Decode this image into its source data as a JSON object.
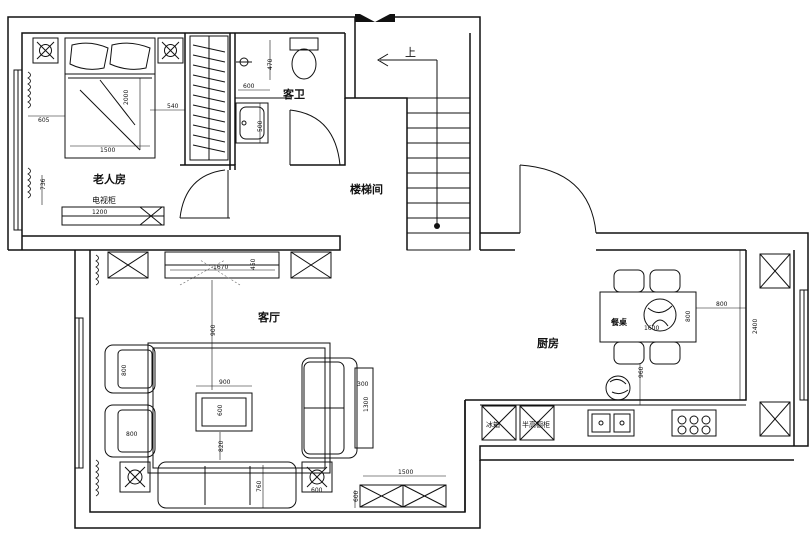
{
  "rooms": {
    "elderly_room": "老人房",
    "guest_bath": "客卫",
    "stairwell": "楼梯间",
    "living_room": "客厅",
    "kitchen": "厨房"
  },
  "labels": {
    "tv_cabinet": "电视柜",
    "dining_table": "餐桌",
    "fridge": "冰箱",
    "half_height_cabinet": "半高橱柜",
    "stair_up": "上"
  },
  "dimensions": {
    "bed_width": "1500",
    "bed_length": "2000",
    "bed_side": "540",
    "bed_left": "605",
    "tv_cab_bed": "1200",
    "bedroom_side": "736",
    "bath_600": "600",
    "bath_500": "500",
    "bath_470": "470",
    "tv_cab_living": "1670",
    "tv_cab_depth": "450",
    "living_gap": "900",
    "coffee_w": "900",
    "coffee_h": "600",
    "coffee_gap": "820",
    "sofa_gap": "760",
    "sofa_right_1": "1300",
    "sofa_right_2": "300",
    "chair_1": "800",
    "chair_2": "800",
    "bottom_cab": "1500",
    "bottom_cab_h": "600",
    "corner_table": "600",
    "dining_right": "800",
    "dining_depth": "800",
    "dining_round": "1600",
    "kitchen_height": "2400",
    "kitchen_gap": "960"
  }
}
